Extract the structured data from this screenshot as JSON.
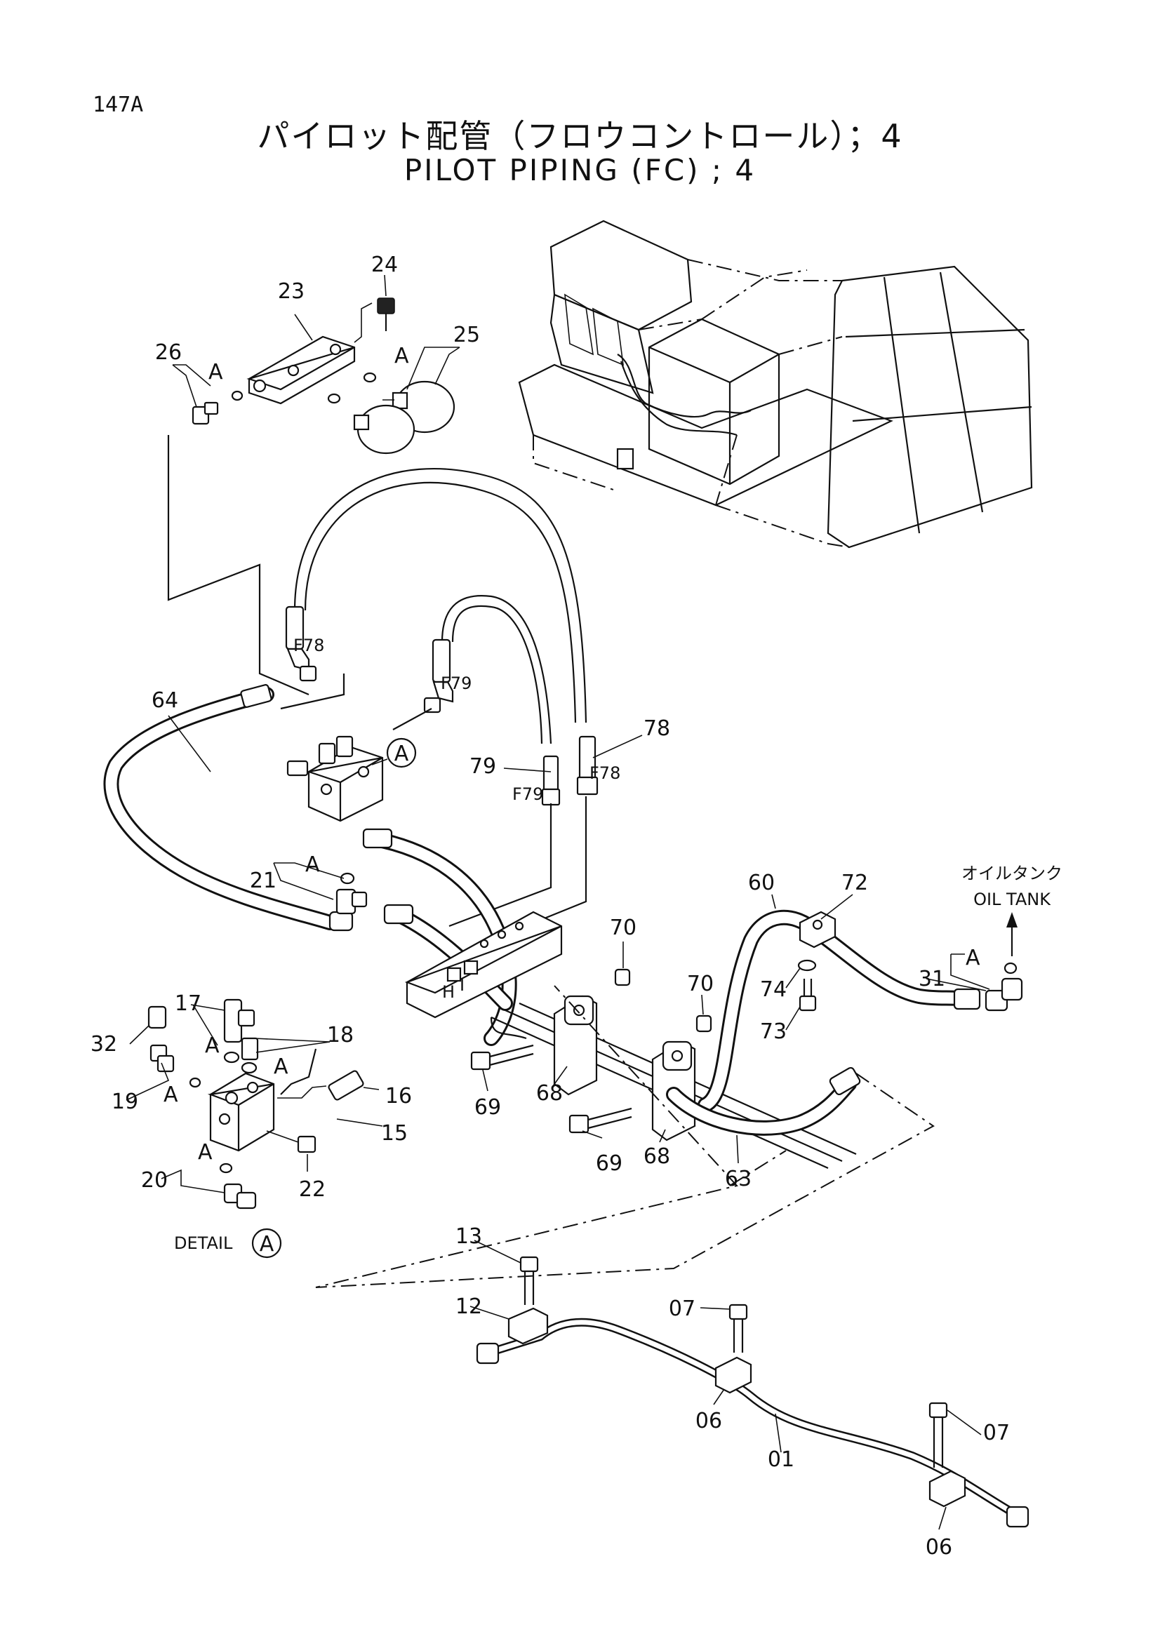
{
  "page_code": "147A",
  "title_ja": "パイロット配管（フロウコントロール）；4",
  "title_en": "PILOT PIPING (FC) ; 4",
  "callouts": {
    "c01": "01",
    "c06a": "06",
    "c06b": "06",
    "c07a": "07",
    "c07b": "07",
    "c12": "12",
    "c13": "13",
    "c15": "15",
    "c16": "16",
    "c17": "17",
    "c18": "18",
    "c19": "19",
    "c20": "20",
    "c21": "21",
    "c22": "22",
    "c23": "23",
    "c24": "24",
    "c25": "25",
    "c26": "26",
    "c31": "31",
    "c32": "32",
    "c60": "60",
    "c63": "63",
    "c64": "64",
    "c68a": "68",
    "c68b": "68",
    "c69a": "69",
    "c69b": "69",
    "c70a": "70",
    "c70b": "70",
    "c72": "72",
    "c73": "73",
    "c74": "74",
    "c78": "78",
    "c79": "79"
  },
  "hose_end_marks": {
    "f78_top": "F78",
    "f79_top": "F79",
    "f79_bottom": "F79",
    "f78_bottom": "F78"
  },
  "a_marks": {
    "a_26": "A",
    "a_25": "A",
    "a_21": "A",
    "a_31": "A",
    "a_17": "A",
    "a_18": "A",
    "a_19": "A",
    "a_20": "A"
  },
  "bracket_letters": {
    "h": "H",
    "i": "I"
  },
  "detail_circle": "A",
  "detail_label": "DETAIL",
  "detail_circle_bottom": "A",
  "oil_tank": {
    "ja": "オイルタンク",
    "en": "OIL TANK"
  }
}
